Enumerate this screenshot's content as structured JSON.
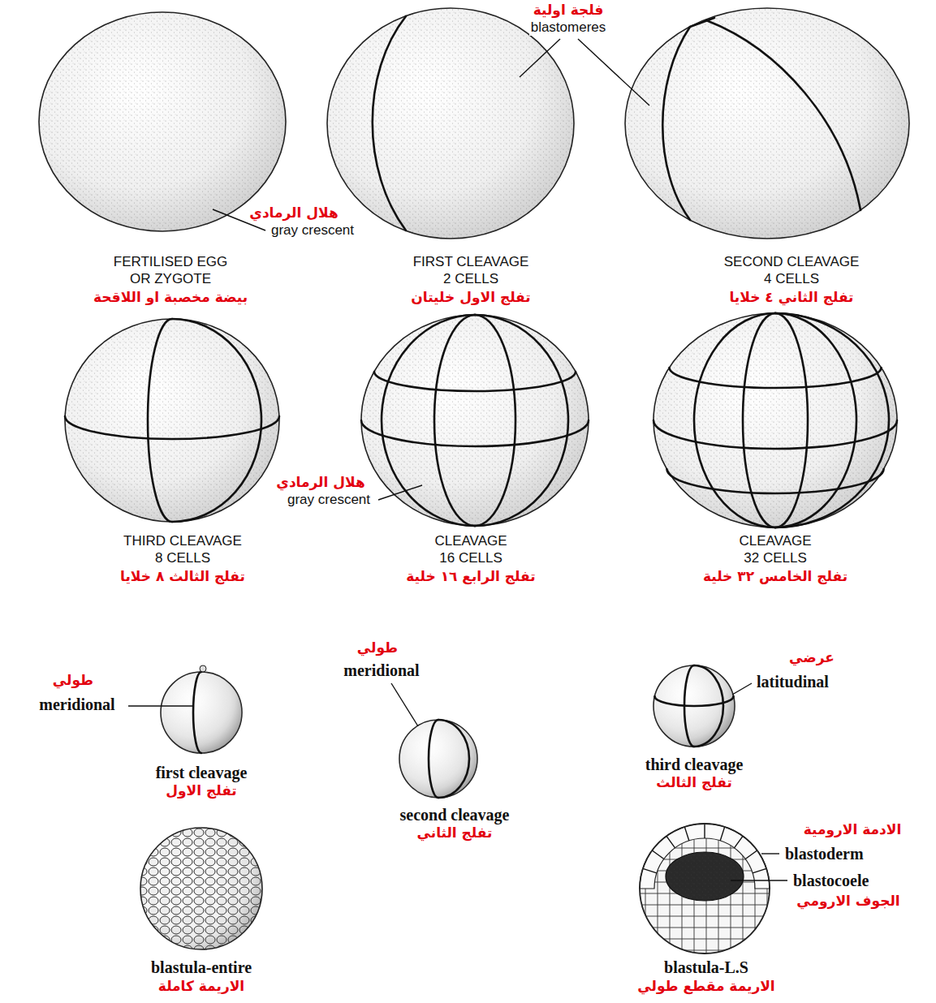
{
  "diagram": {
    "labels": [
      "فلجة اولية",
      "blastomeres",
      "هلال الرمادي",
      "gray crescent",
      "FERTILISED EGG OR ZYGOTE",
      "بيضة مخصبة او اللاقحة",
      "FIRST CLEAVAGE 2 CELLS",
      "تفلج الاول خليتان",
      "SECOND CLEAVAGE 4 CELLS",
      "تفلج الثاني ٤ خلايا",
      "هلال الرمادي",
      "gray crescent",
      "THIRD CLEAVAGE 8 CELLS",
      "تفلج الثالث ٨ خلايا",
      "CLEAVAGE 16 CELLS",
      "تفلج الرابع ١٦ خلية",
      "CLEAVAGE 32 CELLS",
      "تفلج الخامس ٣٢ خلية",
      "طولي",
      "meridional",
      "first cleavage",
      "تفلج الاول",
      "طولي",
      "meridional",
      "second cleavage",
      "تفلج الثاني",
      "عرضي",
      "latitudinal",
      "third cleavage",
      "تفلج الثالث",
      "الادمة الارومية",
      "blastoderm",
      "blastocoele",
      "الجوف الارومي",
      "blastula-entire",
      "الاريمة كاملة",
      "blastula-L.S",
      "الاريمة مقطع طولي"
    ]
  }
}
